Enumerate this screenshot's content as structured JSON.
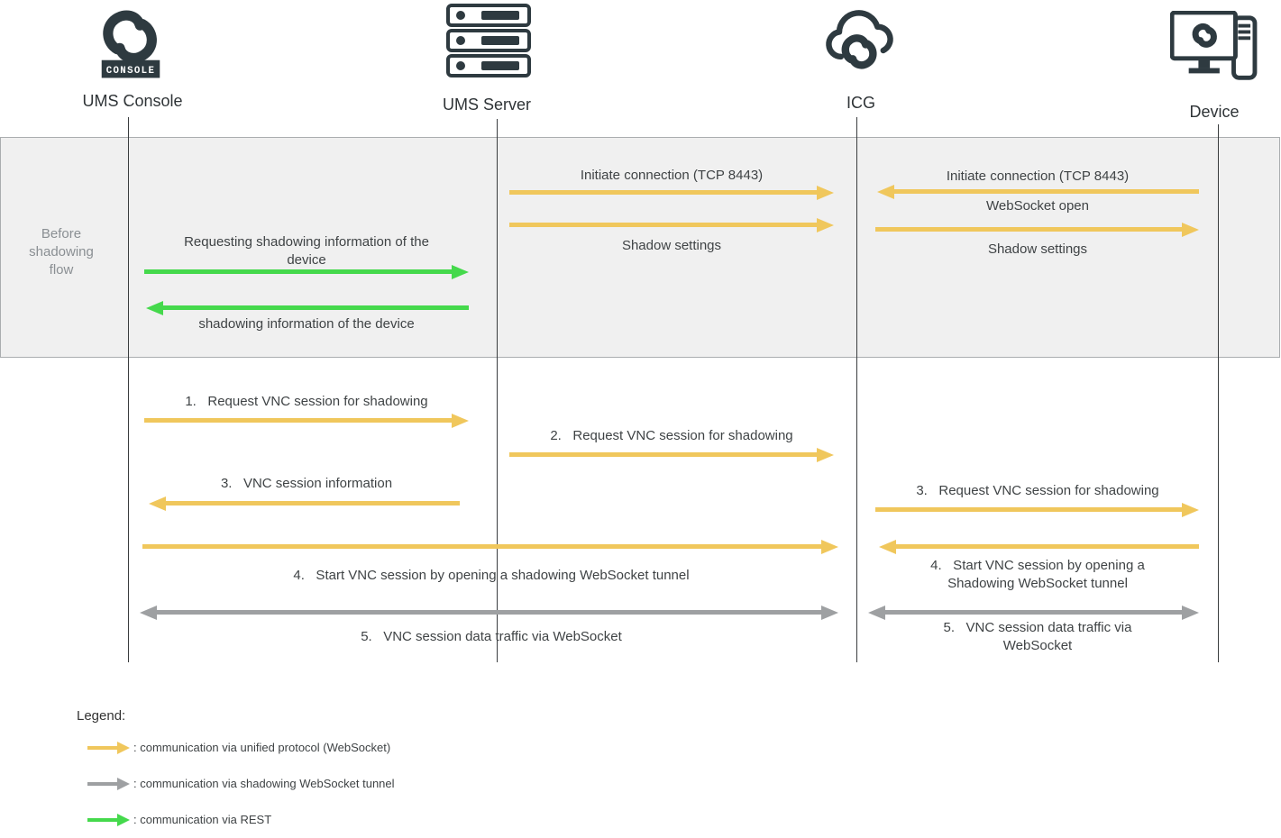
{
  "colors": {
    "unified": "#F0C75C",
    "rest": "#45D94C",
    "tunnel": "#9EA0A2",
    "ink": "#2E3A40",
    "band": "#F0F0F0"
  },
  "actors": {
    "console": {
      "label": "UMS Console",
      "badge": "CONSOLE"
    },
    "server": {
      "label": "UMS Server"
    },
    "icg": {
      "label": "ICG"
    },
    "device": {
      "label": "Device"
    }
  },
  "phase": {
    "label": "Before shadowing flow"
  },
  "before": {
    "initiate_ums_icg": "Initiate connection (TCP 8443)",
    "shadow_settings_ums_icg": "Shadow settings",
    "initiate_device_icg": "Initiate connection (TCP 8443)",
    "websocket_open": "WebSocket open",
    "shadow_settings_icg_device": "Shadow settings",
    "request_shadow_info": "Requesting shadowing information of the device",
    "shadow_info": "shadowing information of the device"
  },
  "steps": {
    "s1": "1.   Request VNC session for shadowing",
    "s2": "2.   Request VNC session for shadowing",
    "s3_info": "3.   VNC session information",
    "s3_request": "3.   Request VNC session for shadowing",
    "s4_tunnel": "4.   Start VNC session by opening a shadowing WebSocket tunnel",
    "s4_tunnel_device": "4.   Start VNC session by opening a Shadowing WebSocket tunnel",
    "s5_traffic": "5.   VNC session data traffic via WebSocket",
    "s5_traffic_device": "5.   VNC session data traffic via WebSocket"
  },
  "legend": {
    "title": "Legend:",
    "unified": ": communication via unified protocol (WebSocket)",
    "tunnel": ": communication via shadowing WebSocket tunnel",
    "rest": ": communication via REST"
  }
}
